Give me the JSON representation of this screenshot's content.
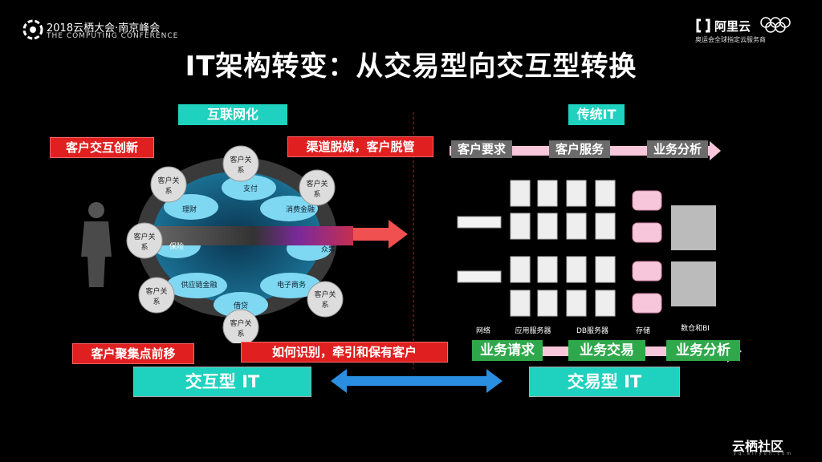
{
  "header": {
    "conference": "2018云栖大会·南京峰会",
    "conference_en": "THE COMPUTING CONFERENCE",
    "brand": "阿里云",
    "brand_sub": "奥运会全球指定云服务商"
  },
  "title": "IT架构转变：从交易型向交互型转换",
  "left": {
    "heading": "互联网化",
    "callouts": [
      "客户交互创新",
      "渠道脱媒，客户脱管",
      "客户聚集点前移",
      "如何识别，牵引和保有客户"
    ],
    "segments": [
      "支付",
      "消费金融",
      "众筹",
      "电子商务",
      "借贷",
      "供应链金融",
      "保险",
      "理财"
    ],
    "customer_node": "客户关系",
    "box": "交互型 IT"
  },
  "right": {
    "heading": "传统IT",
    "top_flow": [
      "客户要求",
      "客户服务",
      "业务分析"
    ],
    "infra_labels": [
      "网络",
      "应用服务器",
      "DB服务器",
      "存储",
      "数仓和BI"
    ],
    "bottom_flow": [
      "业务请求",
      "业务交易",
      "业务分析"
    ],
    "box": "交易型 IT"
  },
  "footer": {
    "brand": "云栖社区",
    "sub": "yq.aliyun.com"
  },
  "colors": {
    "teal": "#1fd1bf",
    "red": "#e02020",
    "green": "#2ea84a",
    "pink": "#f7c6da",
    "blue_arrow": "#2a8fe0"
  }
}
